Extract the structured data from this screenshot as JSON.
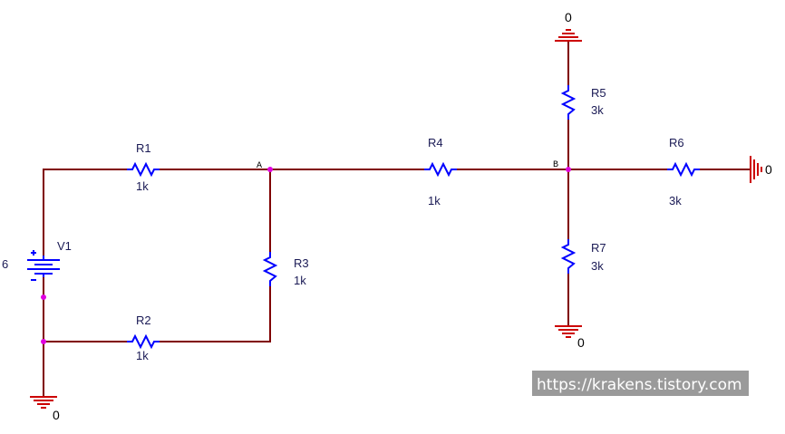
{
  "components": {
    "r1": {
      "name": "R1",
      "value": "1k"
    },
    "r2": {
      "name": "R2",
      "value": "1k"
    },
    "r3": {
      "name": "R3",
      "value": "1k"
    },
    "r4": {
      "name": "R4",
      "value": "1k"
    },
    "r5": {
      "name": "R5",
      "value": "3k"
    },
    "r6": {
      "name": "R6",
      "value": "3k"
    },
    "r7": {
      "name": "R7",
      "value": "3k"
    },
    "v1": {
      "name": "V1",
      "value": "6"
    }
  },
  "nodes": {
    "a": "A",
    "b": "B"
  },
  "grounds": {
    "g1": "0",
    "g2": "0",
    "g3": "0",
    "g4": "0"
  },
  "watermark": "https://krakens.tistory.com",
  "colors": {
    "wire": "#800000",
    "resistor": "#0000ff",
    "ground": "#cc0000",
    "junction": "#e000e0"
  }
}
